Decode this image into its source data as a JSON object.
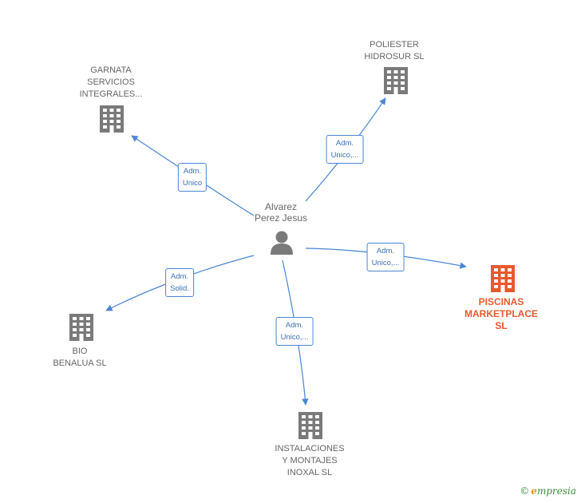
{
  "person": {
    "name": "Alvarez\nPerez Jesus"
  },
  "companies": {
    "garnata": {
      "name": "GARNATA\nSERVICIOS\nINTEGRALES..."
    },
    "poliester": {
      "name": "POLIESTER\nHIDROSUR  SL"
    },
    "piscinas": {
      "name": "PISCINAS\nMARKETPLACE\nSL"
    },
    "bio": {
      "name": "BIO\nBENALUA  SL"
    },
    "instalaciones": {
      "name": "INSTALACIONES\nY MONTAJES\nINOXAL SL"
    }
  },
  "edges": {
    "garnata": "Adm.\nUnico",
    "poliester": "Adm.\nUnico,...",
    "piscinas": "Adm.\nUnico,...",
    "bio": "Adm.\nSolid.",
    "instalaciones": "Adm.\nUnico,..."
  },
  "colors": {
    "edge": "#4a86d4",
    "building": "#7a7a7a",
    "highlight": "#e8592d"
  },
  "footer": {
    "copyright": "©",
    "brand_e": "e",
    "brand_rest": "mpresia"
  }
}
